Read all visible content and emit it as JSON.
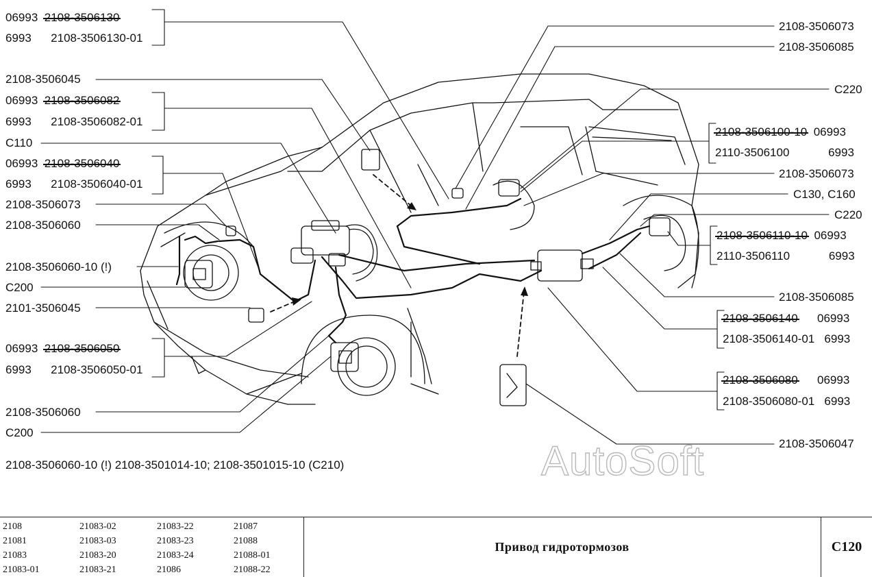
{
  "labels": {
    "l1": {
      "a": "06993",
      "b": "2108-3506130"
    },
    "l2": {
      "a": "6993",
      "b": "2108-3506130-01"
    },
    "l3": "2108-3506045",
    "l4": {
      "a": "06993",
      "b": "2108-3506082"
    },
    "l5": {
      "a": "6993",
      "b": "2108-3506082-01"
    },
    "l6": "C110",
    "l7": {
      "a": "06993",
      "b": "2108-3506040"
    },
    "l8": {
      "a": "6993",
      "b": "2108-3506040-01"
    },
    "l9": "2108-3506073",
    "l10": "2108-3506060",
    "l11": "2108-3506060-10 (!)",
    "l12": "C200",
    "l13": "2101-3506045",
    "l14": {
      "a": "06993",
      "b": "2108-3506050"
    },
    "l15": {
      "a": "6993",
      "b": "2108-3506050-01"
    },
    "l16": "2108-3506060",
    "l17": "C200",
    "r1": "2108-3506073",
    "r2": "2108-3506085",
    "r3": "C220",
    "r4": {
      "a": "2108-3506100-10",
      "b": "06993"
    },
    "r5": {
      "a": "2110-3506100",
      "b": "6993"
    },
    "r6": "2108-3506073",
    "r7": "C130, C160",
    "r8": "C220",
    "r9": {
      "a": "2108-3506110-10",
      "b": "06993"
    },
    "r10": {
      "a": "2110-3506110",
      "b": "6993"
    },
    "r11": "2108-3506085",
    "r12": {
      "a": "2108-3506140",
      "b": "06993"
    },
    "r13": {
      "a": "2108-3506140-01",
      "b": "6993"
    },
    "r14": {
      "a": "2108-3506080",
      "b": "06993"
    },
    "r15": {
      "a": "2108-3506080-01",
      "b": "6993"
    },
    "r16": "2108-3506047"
  },
  "note": "2108-3506060-10  (!)  2108-3501014-10;   2108-3501015-10 (C210)",
  "watermark": "AutoSoft",
  "footer": {
    "models": [
      [
        "2108",
        "21081",
        "21083",
        "21083-01"
      ],
      [
        "21083-02",
        "21083-03",
        "21083-20",
        "21083-21"
      ],
      [
        "21083-22",
        "21083-23",
        "21083-24",
        "21086"
      ],
      [
        "21087",
        "21088",
        "21088-01",
        "21088-22"
      ]
    ],
    "title": "Привод гидротормозов",
    "code": "C120"
  }
}
